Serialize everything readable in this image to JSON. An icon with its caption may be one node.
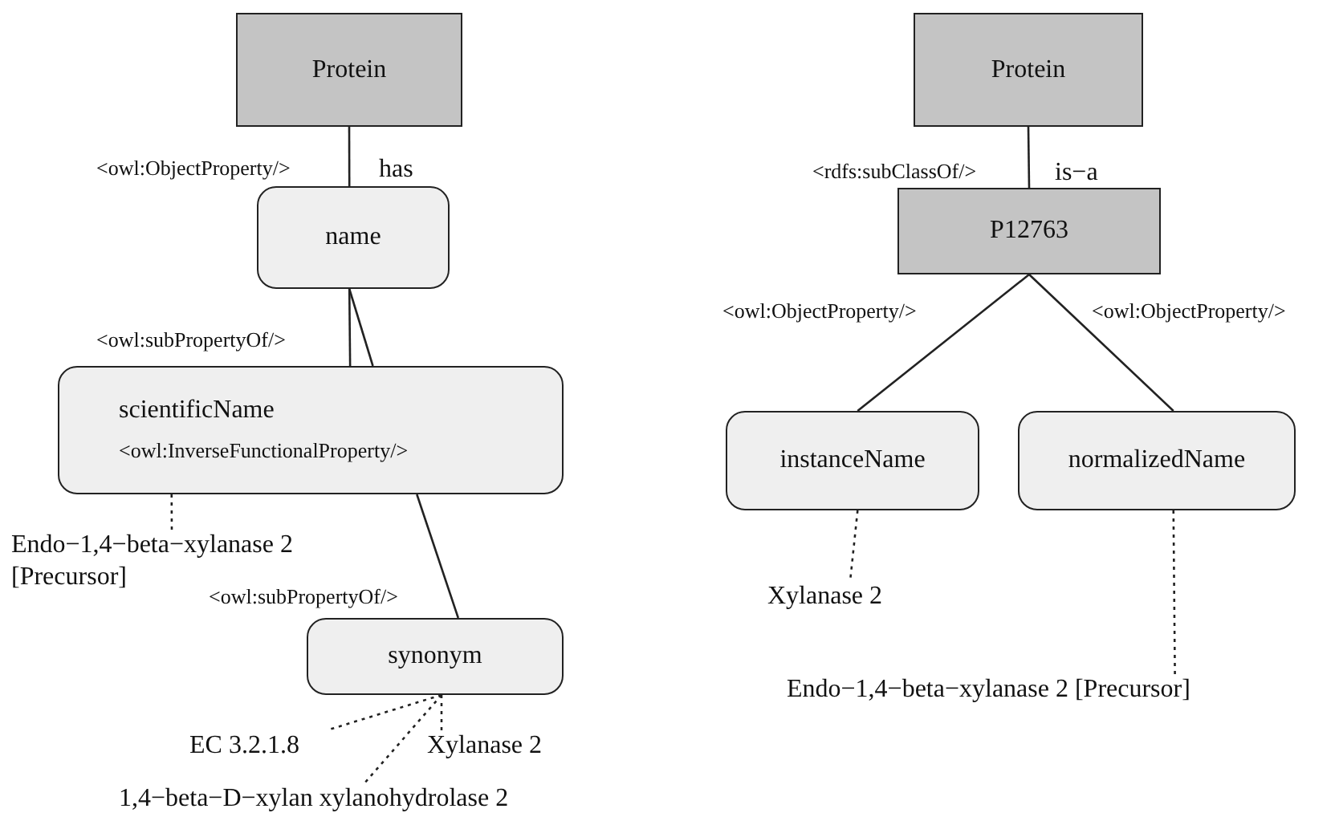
{
  "diagram": {
    "nodes": [
      {
        "text": [
          "Protein"
        ]
      },
      {
        "text": [
          "name"
        ]
      },
      {
        "text": [
          "scientificName",
          "<owl:InverseFunctionalProperty/>"
        ]
      },
      {
        "text": [
          "Endo−1,4−beta−xylanase 2 [Precursor]"
        ]
      },
      {
        "text": [
          "synonym"
        ]
      },
      {
        "text": [
          "EC 3.2.1.8"
        ]
      },
      {
        "text": [
          "Xylanase 2"
        ]
      },
      {
        "text": [
          "1,4−beta−D−xylan xylanohydrolase 2"
        ]
      },
      {
        "text": [
          "Protein"
        ]
      },
      {
        "text": [
          "P12763"
        ]
      },
      {
        "text": [
          "instanceName"
        ]
      },
      {
        "text": [
          "normalizedName"
        ]
      },
      {
        "text": [
          "Xylanase 2"
        ]
      },
      {
        "text": [
          "Endo−1,4−beta−xylanase 2 [Precursor]"
        ]
      }
    ],
    "edges": [
      {
        "from": 0,
        "to": 1,
        "arrow": "none",
        "label": "<owl:ObjectProperty/>"
      },
      {
        "from": 1,
        "to": 2,
        "arrow": "none",
        "label": "<owl:subPropertyOf/>"
      },
      {
        "from": 1,
        "to": 2,
        "arrow": "none"
      },
      {
        "from": 2,
        "to": 4,
        "arrow": "none",
        "label": "<owl:subPropertyOf/>"
      },
      {
        "from": 2,
        "to": 3,
        "arrow": "none",
        "style": "dashed"
      },
      {
        "from": 4,
        "to": 5,
        "arrow": "none",
        "style": "dashed"
      },
      {
        "from": 4,
        "to": 6,
        "arrow": "none",
        "style": "dashed"
      },
      {
        "from": 4,
        "to": 7,
        "arrow": "none",
        "style": "dashed"
      },
      {
        "from": 8,
        "to": 9,
        "arrow": "none",
        "label": "<rdfs:subClassOf/>"
      },
      {
        "from": 9,
        "to": 10,
        "arrow": "none",
        "label": "<owl:ObjectProperty/>"
      },
      {
        "from": 9,
        "to": 11,
        "arrow": "none",
        "label": "<owl:ObjectProperty/>"
      },
      {
        "from": 10,
        "to": 12,
        "arrow": "none",
        "style": "dashed"
      },
      {
        "from": 11,
        "to": 13,
        "arrow": "none",
        "style": "dashed"
      }
    ],
    "labels": [
      "has",
      "is−a"
    ]
  }
}
